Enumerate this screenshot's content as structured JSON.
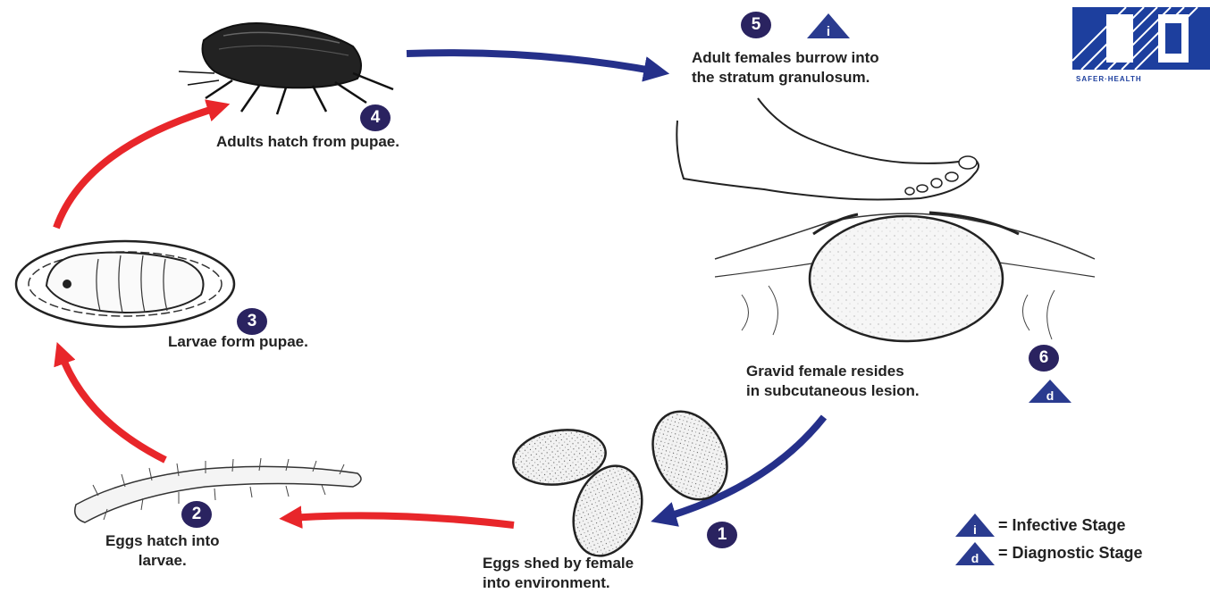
{
  "stages": [
    {
      "number": "1",
      "text_lines": [
        "Eggs shed by female",
        "into environment."
      ]
    },
    {
      "number": "2",
      "text_lines": [
        "Eggs hatch into",
        "larvae."
      ]
    },
    {
      "number": "3",
      "text_lines": [
        "Larvae form pupae."
      ]
    },
    {
      "number": "4",
      "text_lines": [
        "Adults hatch from pupae."
      ]
    },
    {
      "number": "5",
      "text_lines": [
        "Adult females burrow into",
        "the stratum granulosum."
      ],
      "marker": "i"
    },
    {
      "number": "6",
      "text_lines": [
        "Gravid female resides",
        "in subcutaneous lesion."
      ],
      "marker": "d"
    }
  ],
  "legend": [
    {
      "symbol": "i",
      "text": "= Infective Stage"
    },
    {
      "symbol": "d",
      "text": "= Diagnostic Stage"
    }
  ],
  "logo": {
    "caption": "SAFER·HEALTH"
  },
  "colors": {
    "badge": "#2a2360",
    "triangle": "#2a3b8f",
    "arrow_red": "#e8262a",
    "arrow_blue": "#25308a",
    "logo_blue": "#1d3f9e"
  }
}
